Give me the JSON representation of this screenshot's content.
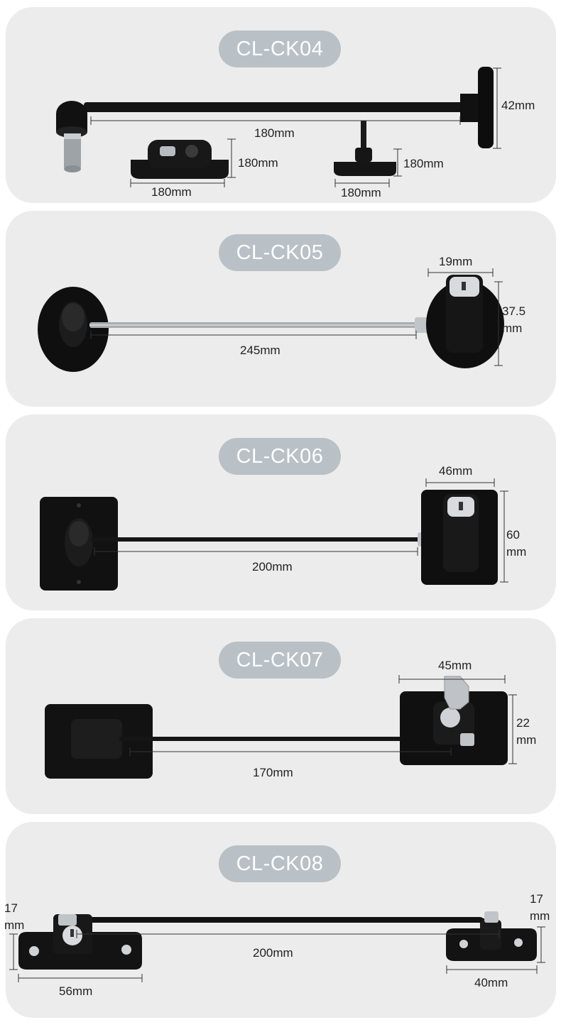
{
  "products": [
    {
      "model": "CL-CK04",
      "dims": {
        "rod_length": "180mm",
        "height": "42mm",
        "part_a_height": "180mm",
        "part_a_width": "180mm",
        "part_b_height": "180mm",
        "part_b_width": "180mm"
      }
    },
    {
      "model": "CL-CK05",
      "dims": {
        "cable_length": "245mm",
        "lock_width": "19mm",
        "lock_height_value": "37.5",
        "lock_height_unit": "mm"
      }
    },
    {
      "model": "CL-CK06",
      "dims": {
        "cable_length": "200mm",
        "lock_width": "46mm",
        "lock_height_value": "60",
        "lock_height_unit": "mm"
      }
    },
    {
      "model": "CL-CK07",
      "dims": {
        "cable_length": "170mm",
        "lock_width": "45mm",
        "lock_height_value": "22",
        "lock_height_unit": "mm"
      }
    },
    {
      "model": "CL-CK08",
      "dims": {
        "rod_length": "200mm",
        "left_width": "56mm",
        "right_width": "40mm",
        "left_height_value": "17",
        "left_height_unit": "mm",
        "right_height_value": "17",
        "right_height_unit": "mm"
      }
    }
  ]
}
